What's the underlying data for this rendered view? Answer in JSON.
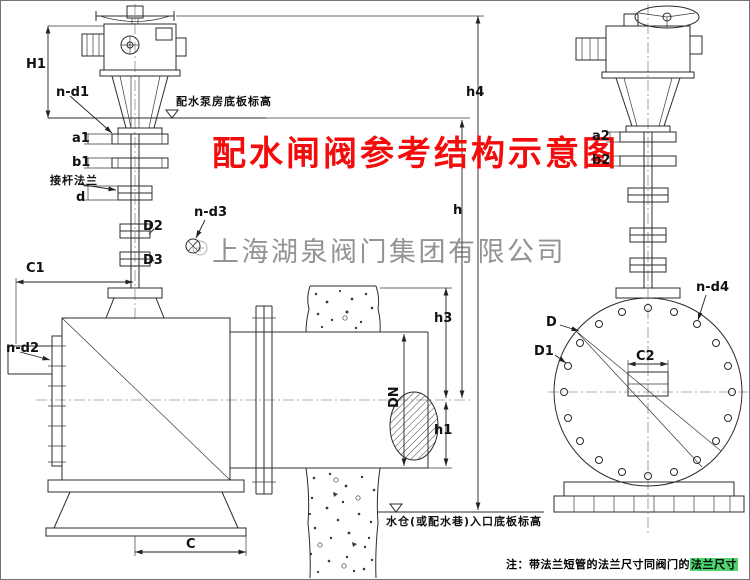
{
  "title": {
    "text": "配水闸阀参考结构示意图"
  },
  "watermark": {
    "text": "上海湖泉阀门集团有限公司"
  },
  "annotations": {
    "pump_floor_elevation": "配水泵房底板标高",
    "stem_flange": "接杆法兰",
    "inlet_floor_elevation": "水仓(或配水巷)入口底板标高"
  },
  "note": {
    "prefix": "注：带法兰短管的法兰尺寸同阀门的",
    "highlight": "法兰尺寸"
  },
  "dims": {
    "H1": "H1",
    "n_d1": "n-d1",
    "a1": "a1",
    "b1": "b1",
    "d": "d",
    "D2": "D2",
    "n_d3": "n-d3",
    "D3": "D3",
    "C1": "C1",
    "n_d2": "n-d2",
    "C": "C",
    "DN": "DN",
    "h1": "h1",
    "h3": "h3",
    "h": "h",
    "h4": "h4",
    "a2": "a2",
    "b2": "b2",
    "n_d4": "n-d4",
    "D": "D",
    "D1": "D1",
    "C2": "C2"
  },
  "colors": {
    "title_red": "#f40b0b",
    "watermark_gray": "#6a6a6a",
    "line": "#2b2b2b",
    "note_highlight": "#4ed36f"
  }
}
